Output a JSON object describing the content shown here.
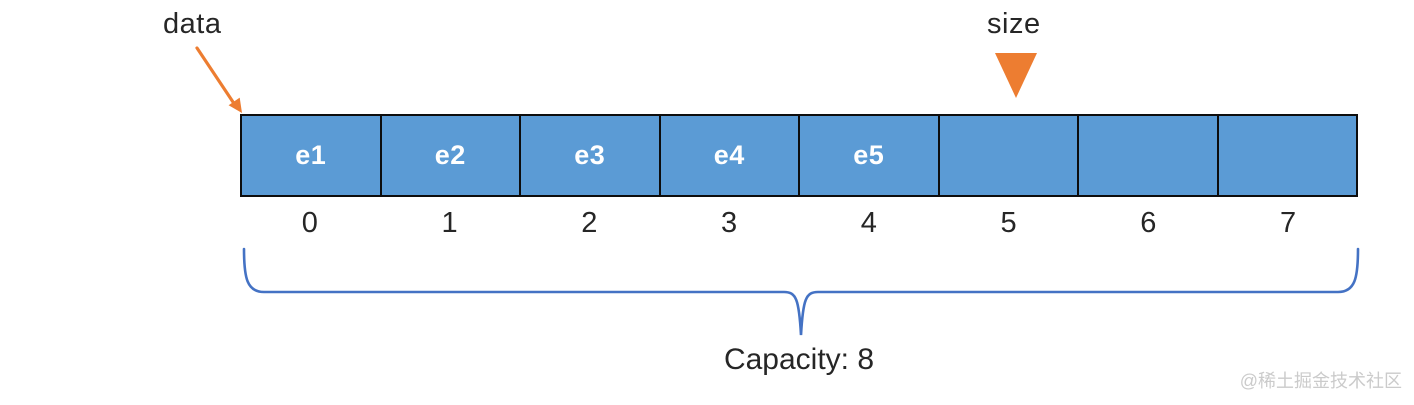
{
  "diagram": {
    "pointers": {
      "data_label": "data",
      "size_label": "size"
    },
    "array": {
      "cells": [
        {
          "index": "0",
          "value": "e1"
        },
        {
          "index": "1",
          "value": "e2"
        },
        {
          "index": "2",
          "value": "e3"
        },
        {
          "index": "3",
          "value": "e4"
        },
        {
          "index": "4",
          "value": "e5"
        },
        {
          "index": "5",
          "value": ""
        },
        {
          "index": "6",
          "value": ""
        },
        {
          "index": "7",
          "value": ""
        }
      ],
      "size_marker_index": "5",
      "capacity_label": "Capacity: 8"
    },
    "watermark": "@稀土掘金技术社区",
    "colors": {
      "cell_fill": "#5b9bd5",
      "cell_border": "#0d0d0d",
      "cell_text": "#ffffff",
      "accent_orange": "#ed7d31",
      "brace_blue": "#4472c4",
      "text_dark": "#262626",
      "watermark_gray": "#cbcbcb"
    }
  }
}
